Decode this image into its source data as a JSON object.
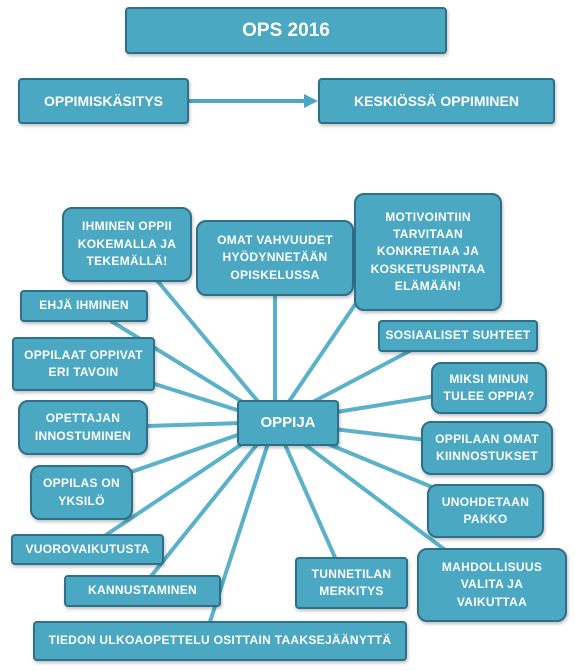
{
  "header": {
    "title": "OPS 2016"
  },
  "flow": {
    "left": "OPPIMISKÄSITYS",
    "right": "KESKIÖSSÄ OPPIMINEN",
    "arrow_color": "#4aa8c2"
  },
  "center": "OPPIJA",
  "nodes": {
    "ihminen_oppii": [
      "IHMINEN OPPII",
      "KOKEMALLA JA",
      "TEKEMÄLLÄ!"
    ],
    "omat_vahvuudet": [
      "OMAT VAHVUUDET",
      "HYÖDYNNETÄÄN",
      "OPISKELUSSA"
    ],
    "motivointiin": [
      "MOTIVOINTIIN",
      "TARVITAAN",
      "KONKRETIAA JA",
      "KOSKETUSPINTAA",
      "ELÄMÄÄN!"
    ],
    "ehja_ihminen": [
      "EHJÄ IHMINEN"
    ],
    "sosiaaliset": [
      "SOSIAALISET SUHTEET"
    ],
    "oppilaat_oppivat": [
      "OPPILAAT OPPIVAT",
      "ERI TAVOIN"
    ],
    "miksi_minun": [
      "MIKSI MINUN",
      "TULEE OPPIA?"
    ],
    "opettajan": [
      "OPETTAJAN",
      "INNOSTUMINEN"
    ],
    "oppilaan_omat": [
      "OPPILAAN OMAT",
      "KIINNOSTUKSET"
    ],
    "oppilas_yksilo": [
      "OPPILAS ON",
      "YKSILÖ"
    ],
    "unohdetaan": [
      "UNOHDETAAN",
      "PAKKO"
    ],
    "vuorovaikutusta": [
      "VUOROVAIKUTUSTA"
    ],
    "mahdollisuus": [
      "MAHDOLLISUUS",
      "VALITA JA",
      "VAIKUTTAA"
    ],
    "tunnetilan": [
      "TUNNETILAN",
      "MERKITYS"
    ],
    "kannustaminen": [
      "KANNUSTAMINEN"
    ],
    "tiedon": [
      "TIEDON ULKOAOPETTELU OSITTAIN TAAKSEJÄÄNYTTÄ"
    ]
  },
  "colors": {
    "box_fill": "#4aa8c2",
    "box_border": "#2f6f88",
    "connector": "#5ab1c9"
  }
}
